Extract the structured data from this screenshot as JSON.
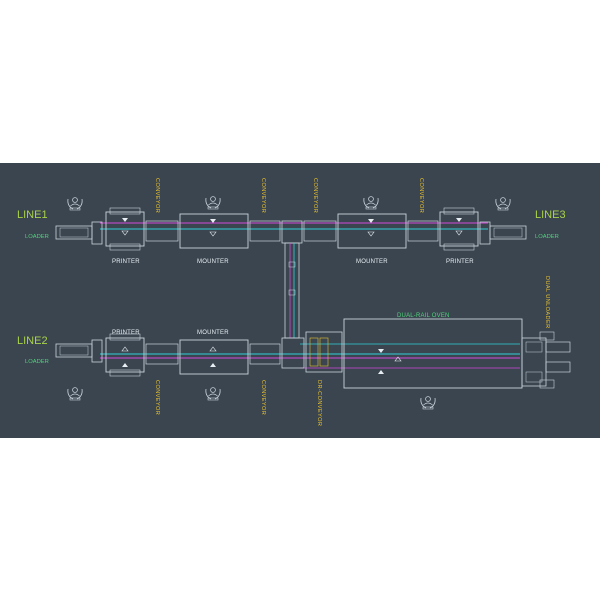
{
  "lines": {
    "line1": "LINE1",
    "line2": "LINE2",
    "line3": "LINE3"
  },
  "labels": {
    "loader": "LOADER",
    "printer": "PRINTER",
    "mounter": "MOUNTER",
    "conveyor": "CONVEYOR",
    "dr_conveyor": "DR-CONVEYOR",
    "dual_rail_oven": "DUAL-RAIL OVEN",
    "dual_unloader": "DUAL UNLOADER"
  },
  "colors": {
    "background": "#3b4550",
    "equipment": "#c9d3da",
    "rail_magenta": "#d04ad8",
    "rail_cyan": "#2fd0d8",
    "conveyor_text": "#e8c230",
    "loader_text": "#4fd37a",
    "line_title": "#a8d24a"
  },
  "icons": [
    "operator-icon"
  ]
}
